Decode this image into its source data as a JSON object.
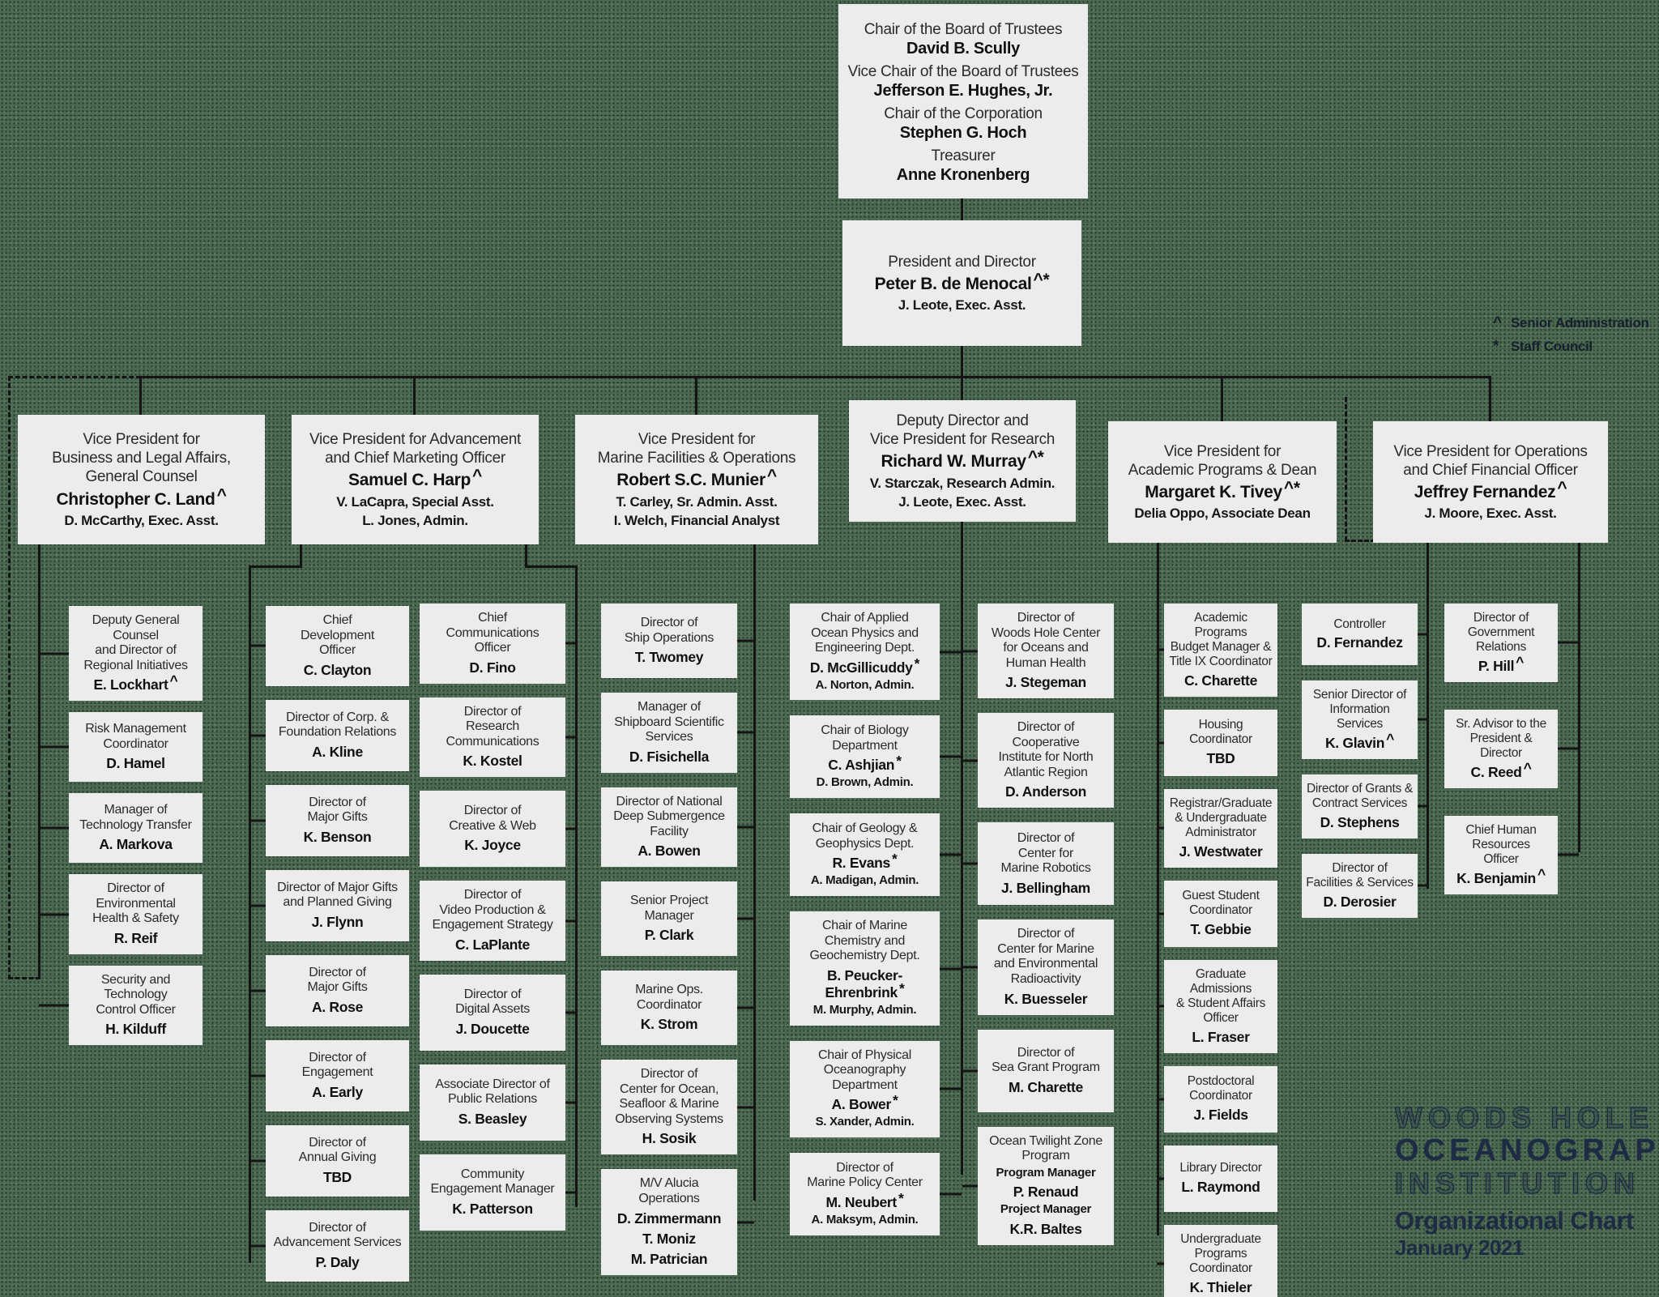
{
  "colors": {
    "background_green": "#4c6b52",
    "box_fill": "#ececec",
    "line_black": "#141414",
    "logo_navy": "#1d2b45"
  },
  "legend": {
    "items": [
      {
        "symbol": "^",
        "label": "Senior Administration"
      },
      {
        "symbol": "*",
        "label": "Staff Council"
      }
    ]
  },
  "board": {
    "items": [
      {
        "r": "Chair of the Board of Trustees",
        "n": "David B. Scully"
      },
      {
        "r": "Vice Chair of the Board of Trustees",
        "n": "Jefferson E. Hughes, Jr."
      },
      {
        "r": "Chair of the Corporation",
        "n": "Stephen G. Hoch"
      },
      {
        "r": "Treasurer",
        "n": "Anne Kronenberg"
      }
    ]
  },
  "president": {
    "title": "President and Director",
    "name": "Peter B. de Menocal",
    "marks": "^*",
    "admin": [
      "J. Leote,  Exec. Asst."
    ]
  },
  "vps": [
    {
      "title": "Vice President for\nBusiness and Legal Affairs,\nGeneral Counsel",
      "name": "Christopher C. Land",
      "marks": "^",
      "admin": [
        "D. McCarthy, Exec. Asst."
      ]
    },
    {
      "title": "Vice President for Advancement\nand Chief Marketing Officer",
      "name": "Samuel C. Harp",
      "marks": "^",
      "admin": [
        "V. LaCapra,  Special Asst.",
        "L. Jones, Admin."
      ]
    },
    {
      "title": "Vice President for\nMarine Facilities & Operations",
      "name": "Robert S.C. Munier",
      "marks": "^",
      "admin": [
        "T. Carley,  Sr. Admin. Asst.",
        "I. Welch, Financial Analyst"
      ]
    },
    {
      "title": "Deputy Director and\nVice President for Research",
      "name": "Richard W. Murray",
      "marks": "^*",
      "admin": [
        "V. Starczak, Research Admin.",
        "J. Leote, Exec. Asst."
      ]
    },
    {
      "title": "Vice President for\nAcademic Programs & Dean",
      "name": "Margaret K. Tivey",
      "marks": "^*",
      "admin": [
        "Delia Oppo, Associate Dean"
      ]
    },
    {
      "title": "Vice President for Operations\nand Chief Financial Officer",
      "name": "Jeffrey Fernandez",
      "marks": "^",
      "admin": [
        "J. Moore, Exec. Asst."
      ]
    }
  ],
  "columns": {
    "legal": [
      {
        "t": "Deputy General Counsel\nand Director of\nRegional Initiatives",
        "n": "E. Lockhart",
        "m": "^"
      },
      {
        "t": "Risk Management\nCoordinator",
        "n": "D. Hamel"
      },
      {
        "t": "Manager of\nTechnology Transfer",
        "n": "A. Markova"
      },
      {
        "t": "Director of\nEnvironmental\nHealth & Safety",
        "n": "R. Reif"
      },
      {
        "t": "Security and\nTechnology\nControl Officer",
        "n": "H. Kilduff"
      }
    ],
    "dev": [
      {
        "t": "Chief\nDevelopment\nOfficer",
        "n": "C. Clayton"
      },
      {
        "t": "Director of Corp. &\nFoundation Relations",
        "n": "A. Kline"
      },
      {
        "t": "Director of\nMajor Gifts",
        "n": "K. Benson"
      },
      {
        "t": "Director of Major Gifts\nand Planned Giving",
        "n": "J. Flynn"
      },
      {
        "t": "Director of\nMajor Gifts",
        "n": "A. Rose"
      },
      {
        "t": "Director of\nEngagement",
        "n": "A. Early"
      },
      {
        "t": "Director of\nAnnual Giving",
        "n": "TBD"
      },
      {
        "t": "Director of\nAdvancement Services",
        "n": "P. Daly"
      }
    ],
    "comms": [
      {
        "t": "Chief\nCommunications\nOfficer",
        "n": "D. Fino"
      },
      {
        "t": "Director of\nResearch\nCommunications",
        "n": "K. Kostel"
      },
      {
        "t": "Director of\nCreative & Web",
        "n": "K. Joyce"
      },
      {
        "t": "Director of\nVideo Production &\nEngagement Strategy",
        "n": "C. LaPlante"
      },
      {
        "t": "Director of\nDigital Assets",
        "n": "J. Doucette"
      },
      {
        "t": "Associate Director of\nPublic Relations",
        "n": "S. Beasley"
      },
      {
        "t": "Community\nEngagement Manager",
        "n": "K. Patterson"
      }
    ],
    "marine": [
      {
        "t": "Director of\nShip Operations",
        "n": "T. Twomey"
      },
      {
        "t": "Manager of\nShipboard Scientific\nServices",
        "n": "D. Fisichella"
      },
      {
        "t": "Director of National\nDeep Submergence\nFacility",
        "n": "A. Bowen"
      },
      {
        "t": "Senior Project\nManager",
        "n": "P. Clark"
      },
      {
        "t": "Marine Ops.\nCoordinator",
        "n": "K. Strom"
      },
      {
        "t": "Director of\nCenter for Ocean,\nSeafloor & Marine\nObserving Systems",
        "n": "H. Sosik"
      },
      {
        "t": "M/V Alucia\nOperations",
        "n": "D. Zimmermann",
        "x": [
          "T. Moniz",
          "M. Patrician"
        ]
      }
    ],
    "research_depts": [
      {
        "t": "Chair of Applied\nOcean Physics and\nEngineering Dept.",
        "n": "D. McGillicuddy",
        "m": "*",
        "a": [
          "A. Norton, Admin."
        ]
      },
      {
        "t": "Chair of Biology\nDepartment",
        "n": "C. Ashjian",
        "m": "*",
        "a": [
          "D. Brown, Admin."
        ]
      },
      {
        "t": "Chair of Geology &\nGeophysics Dept.",
        "n": "R. Evans",
        "m": "*",
        "a": [
          "A. Madigan, Admin."
        ]
      },
      {
        "t": "Chair of Marine\nChemistry and\nGeochemistry Dept.",
        "n": "B. Peucker-Ehrenbrink",
        "m": "*",
        "a": [
          "M. Murphy, Admin."
        ]
      },
      {
        "t": "Chair of Physical\nOceanography\nDepartment",
        "n": "A. Bower",
        "m": "*",
        "a": [
          "S. Xander, Admin."
        ]
      },
      {
        "t": "Director of\nMarine Policy Center",
        "n": "M. Neubert",
        "m": "*",
        "a": [
          "A. Maksym, Admin."
        ]
      }
    ],
    "research_centers": [
      {
        "t": "Director of\nWoods Hole Center\nfor Oceans and\nHuman Health",
        "n": "J. Stegeman"
      },
      {
        "t": "Director of\nCooperative\nInstitute for North\nAtlantic Region",
        "n": "D. Anderson"
      },
      {
        "t": "Director of\nCenter for\nMarine Robotics",
        "n": "J. Bellingham"
      },
      {
        "t": "Director of\nCenter for Marine\nand Environmental\nRadioactivity",
        "n": "K. Buesseler"
      },
      {
        "t": "Director of\nSea Grant Program",
        "n": "M. Charette"
      },
      {
        "t": "Ocean Twilight Zone\nProgram",
        "nlabel": "Program Manager",
        "n": "P. Renaud",
        "n2label": "Project Manager",
        "n2": "K.R. Baltes"
      }
    ],
    "academic": [
      {
        "t": "Academic Programs\nBudget Manager &\nTitle IX Coordinator",
        "n": "C. Charette"
      },
      {
        "t": "Housing\nCoordinator",
        "n": "TBD"
      },
      {
        "t": "Registrar/Graduate\n& Undergraduate\nAdministrator",
        "n": "J. Westwater"
      },
      {
        "t": "Guest Student\nCoordinator",
        "n": "T. Gebbie"
      },
      {
        "t": "Graduate Admissions\n& Student Affairs\nOfficer",
        "n": "L. Fraser"
      },
      {
        "t": "Postdoctoral\nCoordinator",
        "n": "J. Fields"
      },
      {
        "t": "Library Director",
        "n": "L. Raymond"
      },
      {
        "t": "Undergraduate\nPrograms Coordinator",
        "n": "K. Thieler"
      }
    ],
    "ops_finance": [
      {
        "t": "Controller",
        "n": "D. Fernandez"
      },
      {
        "t": "Senior Director of\nInformation Services",
        "n": "K. Glavin",
        "m": "^"
      },
      {
        "t": "Director of Grants &\nContract Services",
        "n": "D. Stephens"
      },
      {
        "t": "Director of\nFacilities & Services",
        "n": "D. Derosier"
      }
    ],
    "ops_exec": [
      {
        "t": "Director of\nGovernment\nRelations",
        "n": "P. Hill",
        "m": "^"
      },
      {
        "t": "Sr. Advisor to the\nPresident & Director",
        "n": "C. Reed",
        "m": "^"
      },
      {
        "t": "Chief Human Resources\nOfficer",
        "n": "K. Benjamin",
        "m": "^"
      }
    ]
  },
  "logo": {
    "line1": "WOODS HOLE",
    "line2": "OCEANOGRAPHIC",
    "line3": "INSTITUTION"
  },
  "caption": {
    "title": "Organizational Chart",
    "date": "January 2021"
  }
}
